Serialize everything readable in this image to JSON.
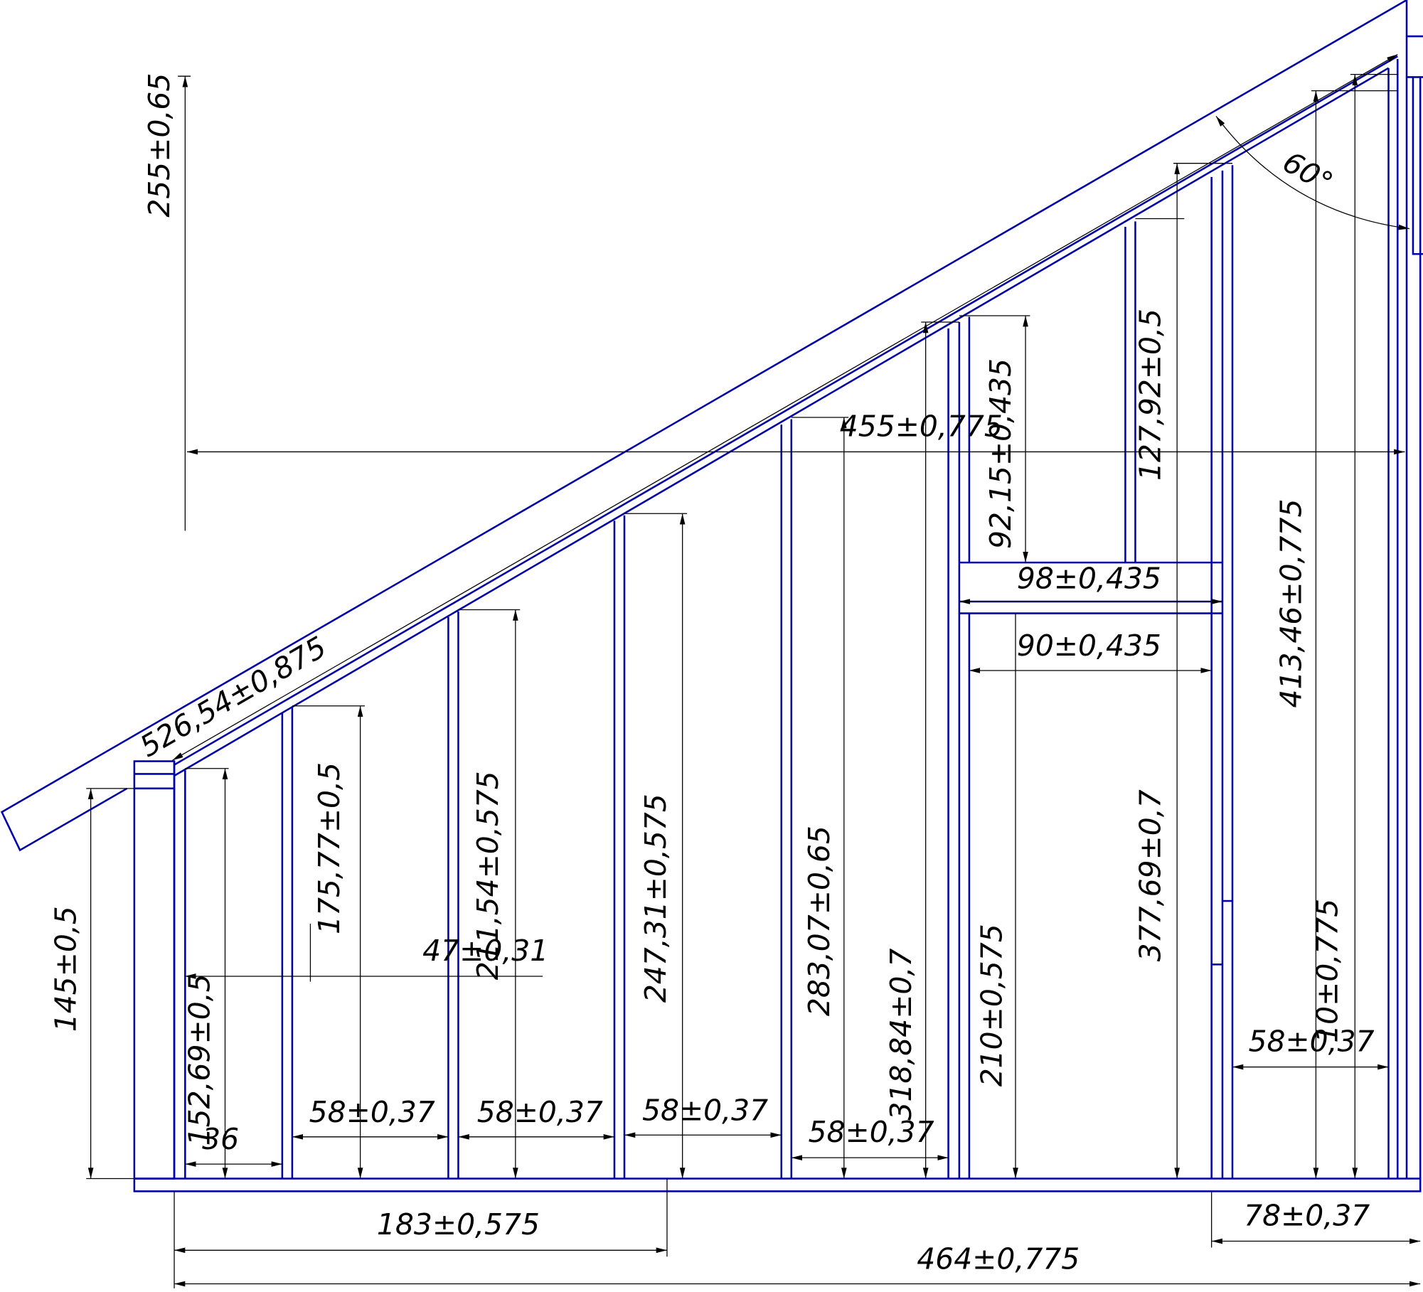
{
  "colors": {
    "frame": "#0000a8",
    "dimension": "#000000",
    "background": "#ffffff"
  },
  "dimensions": {
    "overall_height": "255±0,65",
    "inner_width": "455±0,775",
    "upper_opening": "92,15±0,435",
    "cripple_height": "127,92±0,5",
    "roof_angle": "60°",
    "header_width": "98±0,435",
    "opening_width": "90±0,435",
    "right_post_height": "413,46±0,775",
    "rafter_length": "526,54±0,875",
    "left_post_height": "145±0,5",
    "stud_2": "175,77±0,5",
    "stud_3": "211,54±0,575",
    "offset": "47±0,31",
    "stud_4": "247,31±0,575",
    "stud_5": "283,07±0,65",
    "stud_6": "318,84±0,7",
    "opening_height": "210±0,575",
    "stud_7": "377,69±0,7",
    "right_inner": "10±0,775",
    "spacing_1": "58±0,37",
    "spacing_2": "58±0,37",
    "spacing_3": "58±0,37",
    "spacing_4": "58±0,37",
    "spacing_5": "58±0,37",
    "stud_1": "152,69±0,5",
    "first_gap": "36",
    "left_section": "183±0,575",
    "right_section": "78±0,37",
    "total_width": "464±0,775"
  }
}
